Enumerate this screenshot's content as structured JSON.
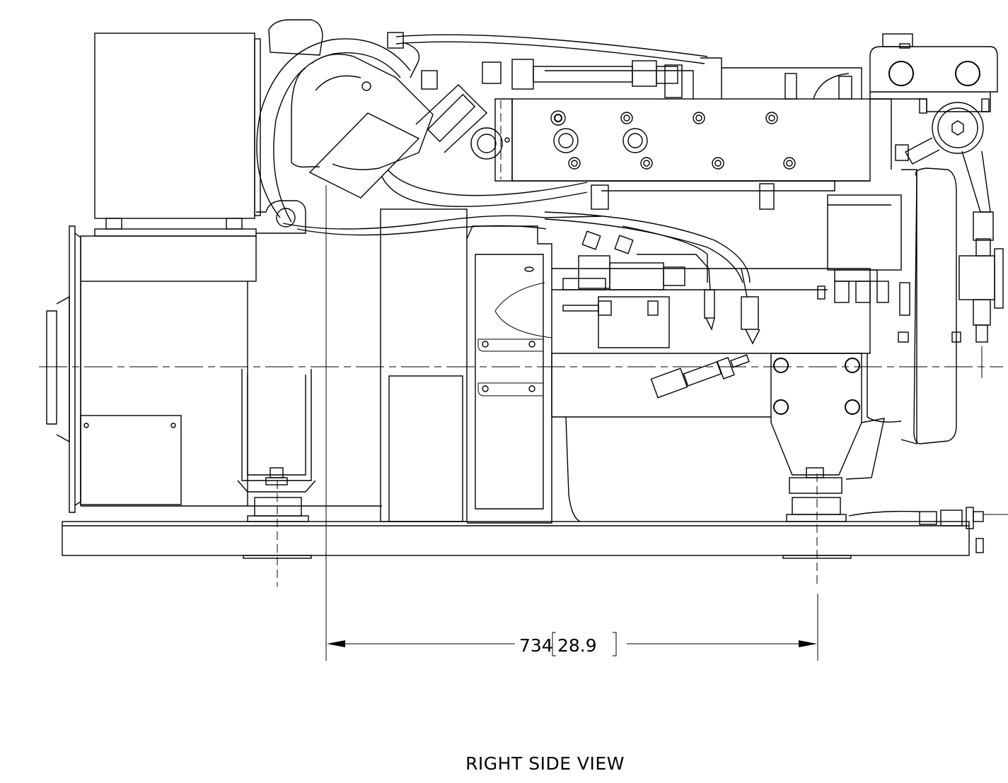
{
  "drawing": {
    "view_title": "RIGHT SIDE VIEW",
    "dimension": {
      "metric": "734",
      "imperial": "28.9"
    }
  }
}
